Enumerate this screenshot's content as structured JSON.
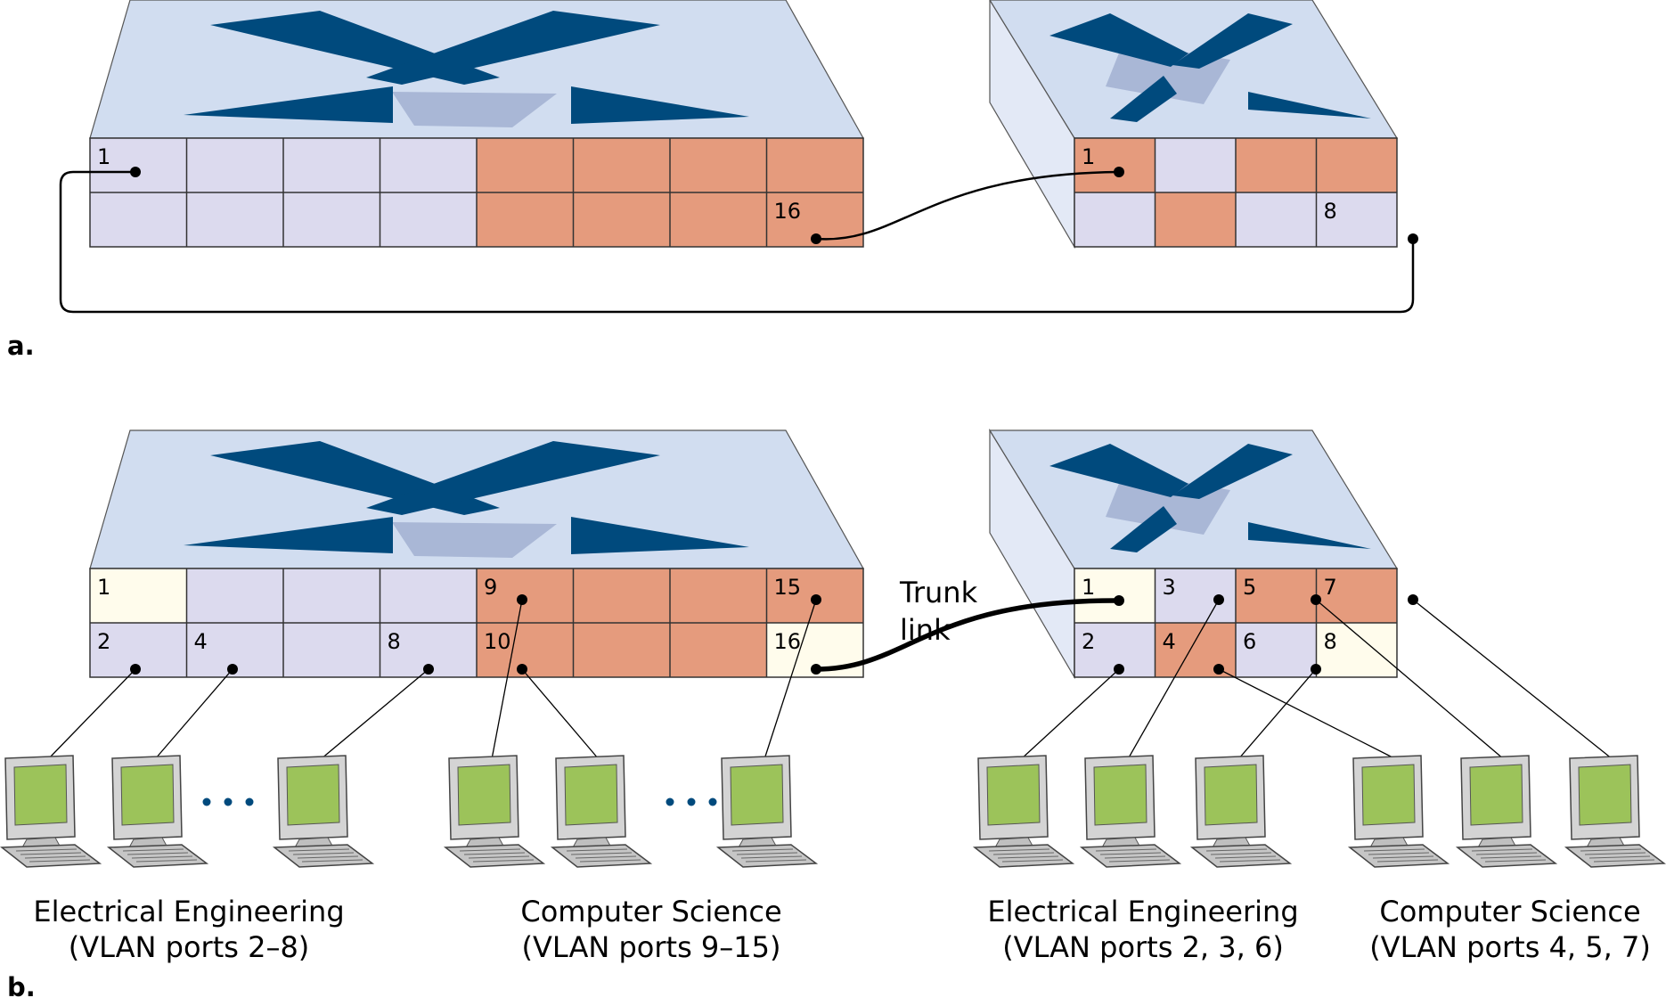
{
  "colors": {
    "top": "#d1ddf0",
    "top_stroke": "#555555",
    "side": "#e3e9f6",
    "x_dark": "#004a7d",
    "x_shadow": "#a9b7d6",
    "vlan_ee": "#dcdaee",
    "vlan_cs": "#e59b7d",
    "vlan_trunk": "#fffcec",
    "grid": "#333333",
    "monitor_screen": "#9cc35a",
    "monitor_body": "#d4d4d4"
  },
  "part_a": {
    "label": "a."
  },
  "part_b": {
    "label": "b."
  },
  "switch_a_left_ports": [
    {
      "row": 0,
      "col": 0,
      "vlan": "ee",
      "label": "1"
    },
    {
      "row": 0,
      "col": 1,
      "vlan": "ee",
      "label": ""
    },
    {
      "row": 0,
      "col": 2,
      "vlan": "ee",
      "label": ""
    },
    {
      "row": 0,
      "col": 3,
      "vlan": "ee",
      "label": ""
    },
    {
      "row": 0,
      "col": 4,
      "vlan": "cs",
      "label": ""
    },
    {
      "row": 0,
      "col": 5,
      "vlan": "cs",
      "label": ""
    },
    {
      "row": 0,
      "col": 6,
      "vlan": "cs",
      "label": ""
    },
    {
      "row": 0,
      "col": 7,
      "vlan": "cs",
      "label": ""
    },
    {
      "row": 1,
      "col": 0,
      "vlan": "ee",
      "label": ""
    },
    {
      "row": 1,
      "col": 1,
      "vlan": "ee",
      "label": ""
    },
    {
      "row": 1,
      "col": 2,
      "vlan": "ee",
      "label": ""
    },
    {
      "row": 1,
      "col": 3,
      "vlan": "ee",
      "label": ""
    },
    {
      "row": 1,
      "col": 4,
      "vlan": "cs",
      "label": ""
    },
    {
      "row": 1,
      "col": 5,
      "vlan": "cs",
      "label": ""
    },
    {
      "row": 1,
      "col": 6,
      "vlan": "cs",
      "label": ""
    },
    {
      "row": 1,
      "col": 7,
      "vlan": "cs",
      "label": "16"
    }
  ],
  "switch_a_right_ports": [
    {
      "row": 0,
      "col": 0,
      "vlan": "cs",
      "label": "1"
    },
    {
      "row": 0,
      "col": 1,
      "vlan": "ee",
      "label": ""
    },
    {
      "row": 0,
      "col": 2,
      "vlan": "cs",
      "label": ""
    },
    {
      "row": 0,
      "col": 3,
      "vlan": "cs",
      "label": ""
    },
    {
      "row": 1,
      "col": 0,
      "vlan": "ee",
      "label": ""
    },
    {
      "row": 1,
      "col": 1,
      "vlan": "cs",
      "label": ""
    },
    {
      "row": 1,
      "col": 2,
      "vlan": "ee",
      "label": ""
    },
    {
      "row": 1,
      "col": 3,
      "vlan": "ee",
      "label": "8"
    }
  ],
  "switch_b_left_ports": [
    {
      "row": 0,
      "col": 0,
      "vlan": "trunk",
      "label": "1"
    },
    {
      "row": 0,
      "col": 1,
      "vlan": "ee",
      "label": ""
    },
    {
      "row": 0,
      "col": 2,
      "vlan": "ee",
      "label": ""
    },
    {
      "row": 0,
      "col": 3,
      "vlan": "ee",
      "label": ""
    },
    {
      "row": 0,
      "col": 4,
      "vlan": "cs",
      "label": "9"
    },
    {
      "row": 0,
      "col": 5,
      "vlan": "cs",
      "label": ""
    },
    {
      "row": 0,
      "col": 6,
      "vlan": "cs",
      "label": ""
    },
    {
      "row": 0,
      "col": 7,
      "vlan": "cs",
      "label": "15"
    },
    {
      "row": 1,
      "col": 0,
      "vlan": "ee",
      "label": "2"
    },
    {
      "row": 1,
      "col": 1,
      "vlan": "ee",
      "label": "4"
    },
    {
      "row": 1,
      "col": 2,
      "vlan": "ee",
      "label": ""
    },
    {
      "row": 1,
      "col": 3,
      "vlan": "ee",
      "label": "8"
    },
    {
      "row": 1,
      "col": 4,
      "vlan": "cs",
      "label": "10"
    },
    {
      "row": 1,
      "col": 5,
      "vlan": "cs",
      "label": ""
    },
    {
      "row": 1,
      "col": 6,
      "vlan": "cs",
      "label": ""
    },
    {
      "row": 1,
      "col": 7,
      "vlan": "trunk",
      "label": "16"
    }
  ],
  "switch_b_right_ports": [
    {
      "row": 0,
      "col": 0,
      "vlan": "trunk",
      "label": "1"
    },
    {
      "row": 0,
      "col": 1,
      "vlan": "ee",
      "label": "3"
    },
    {
      "row": 0,
      "col": 2,
      "vlan": "cs",
      "label": "5"
    },
    {
      "row": 0,
      "col": 3,
      "vlan": "cs",
      "label": "7"
    },
    {
      "row": 1,
      "col": 0,
      "vlan": "ee",
      "label": "2"
    },
    {
      "row": 1,
      "col": 1,
      "vlan": "cs",
      "label": "4"
    },
    {
      "row": 1,
      "col": 2,
      "vlan": "ee",
      "label": "6"
    },
    {
      "row": 1,
      "col": 3,
      "vlan": "trunk",
      "label": "8"
    }
  ],
  "trunk_label": [
    "Trunk",
    "link"
  ],
  "groups": [
    {
      "name": "Electrical Engineering",
      "ports": "(VLAN ports 2–8)"
    },
    {
      "name": "Computer Science",
      "ports": "(VLAN ports 9–15)"
    },
    {
      "name": "Electrical Engineering",
      "ports": "(VLAN ports 2, 3, 6)"
    },
    {
      "name": "Computer Science",
      "ports": "(VLAN ports 4, 5, 7)"
    }
  ]
}
